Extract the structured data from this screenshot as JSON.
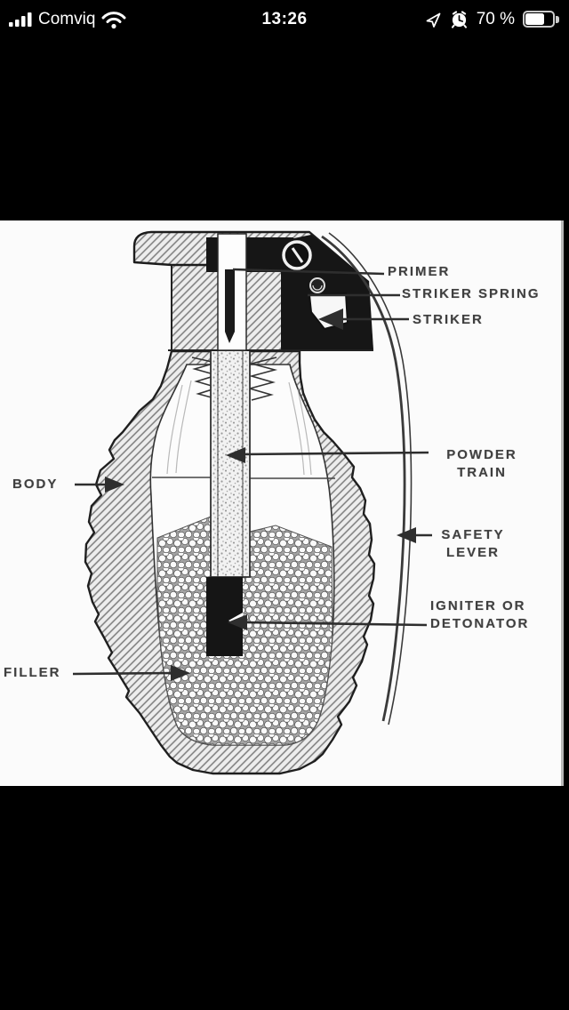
{
  "status_bar": {
    "carrier": "Comviq",
    "time": "13:26",
    "battery_percent": "70 %",
    "battery_level_percent": 70,
    "icons": [
      "cellular-signal-icon",
      "wifi-icon",
      "location-arrow-icon",
      "alarm-clock-icon",
      "battery-icon"
    ]
  },
  "diagram": {
    "labels": {
      "primer": "PRIMER",
      "striker_spring": "STRIKER SPRING",
      "striker": "STRIKER",
      "powder_train": [
        "POWDER",
        "TRAIN"
      ],
      "safety_lever": [
        "SAFETY",
        "LEVER"
      ],
      "igniter": [
        "IGNITER OR",
        "DETONATOR"
      ],
      "body": "BODY",
      "filler": "FILLER"
    }
  },
  "colors": {
    "background": "#000000",
    "status_text": "#ffffff",
    "paper": "#fbfbfb",
    "ink": "#2e2e2e",
    "label_text": "#3f3f3f"
  }
}
